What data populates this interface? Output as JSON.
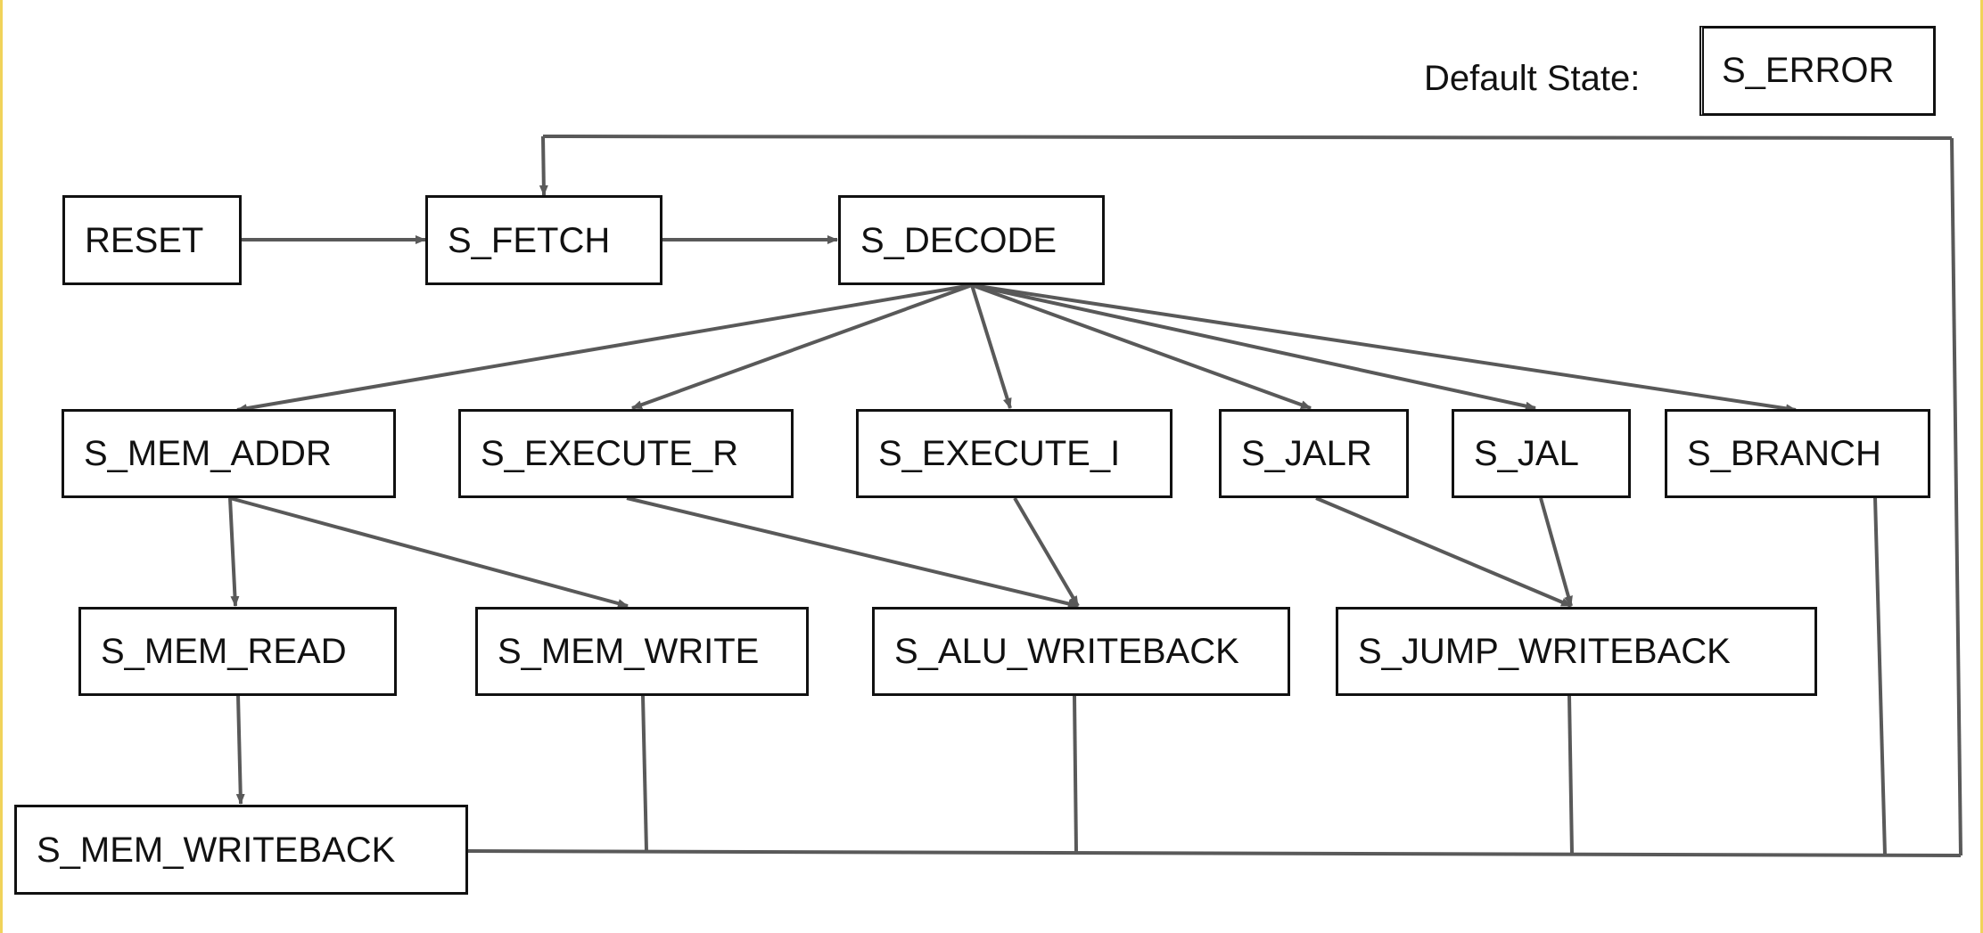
{
  "default_state": {
    "label": "Default State:",
    "value": "S_ERROR"
  },
  "states": {
    "reset": "RESET",
    "fetch": "S_FETCH",
    "decode": "S_DECODE",
    "mem_addr": "S_MEM_ADDR",
    "execute_r": "S_EXECUTE_R",
    "execute_i": "S_EXECUTE_I",
    "jalr": "S_JALR",
    "jal": "S_JAL",
    "branch": "S_BRANCH",
    "mem_read": "S_MEM_READ",
    "mem_write": "S_MEM_WRITE",
    "alu_writeback": "S_ALU_WRITEBACK",
    "jump_writeback": "S_JUMP_WRITEBACK",
    "mem_writeback": "S_MEM_WRITEBACK"
  },
  "transitions": [
    [
      "RESET",
      "S_FETCH"
    ],
    [
      "S_FETCH",
      "S_DECODE"
    ],
    [
      "S_DECODE",
      "S_MEM_ADDR"
    ],
    [
      "S_DECODE",
      "S_EXECUTE_R"
    ],
    [
      "S_DECODE",
      "S_EXECUTE_I"
    ],
    [
      "S_DECODE",
      "S_JALR"
    ],
    [
      "S_DECODE",
      "S_JAL"
    ],
    [
      "S_DECODE",
      "S_BRANCH"
    ],
    [
      "S_MEM_ADDR",
      "S_MEM_READ"
    ],
    [
      "S_MEM_ADDR",
      "S_MEM_WRITE"
    ],
    [
      "S_EXECUTE_R",
      "S_ALU_WRITEBACK"
    ],
    [
      "S_EXECUTE_I",
      "S_ALU_WRITEBACK"
    ],
    [
      "S_JALR",
      "S_JUMP_WRITEBACK"
    ],
    [
      "S_JAL",
      "S_JUMP_WRITEBACK"
    ],
    [
      "S_MEM_READ",
      "S_MEM_WRITEBACK"
    ],
    [
      "S_MEM_WRITEBACK",
      "S_FETCH"
    ],
    [
      "S_MEM_WRITE",
      "S_FETCH"
    ],
    [
      "S_ALU_WRITEBACK",
      "S_FETCH"
    ],
    [
      "S_JUMP_WRITEBACK",
      "S_FETCH"
    ],
    [
      "S_BRANCH",
      "S_FETCH"
    ]
  ],
  "colors": {
    "edge": "#595959",
    "box_border": "#111111",
    "frame_accent": "#f1d35a"
  }
}
